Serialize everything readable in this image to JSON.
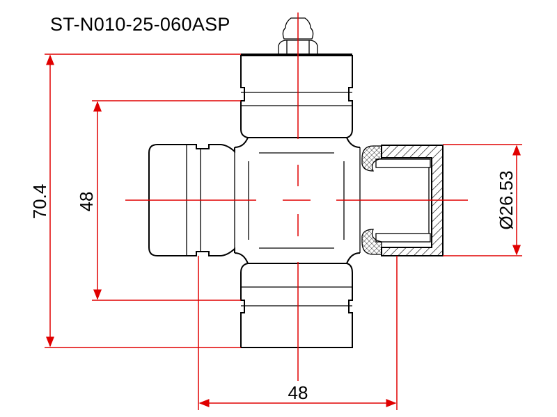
{
  "title": "ST-N010-25-060ASP",
  "dimensions": {
    "overall_height": "70.4",
    "inner_height": "48",
    "span_width": "48",
    "cap_diameter": "Ø26.53"
  },
  "colors": {
    "outline": "#000000",
    "dimension": "#e00000"
  }
}
